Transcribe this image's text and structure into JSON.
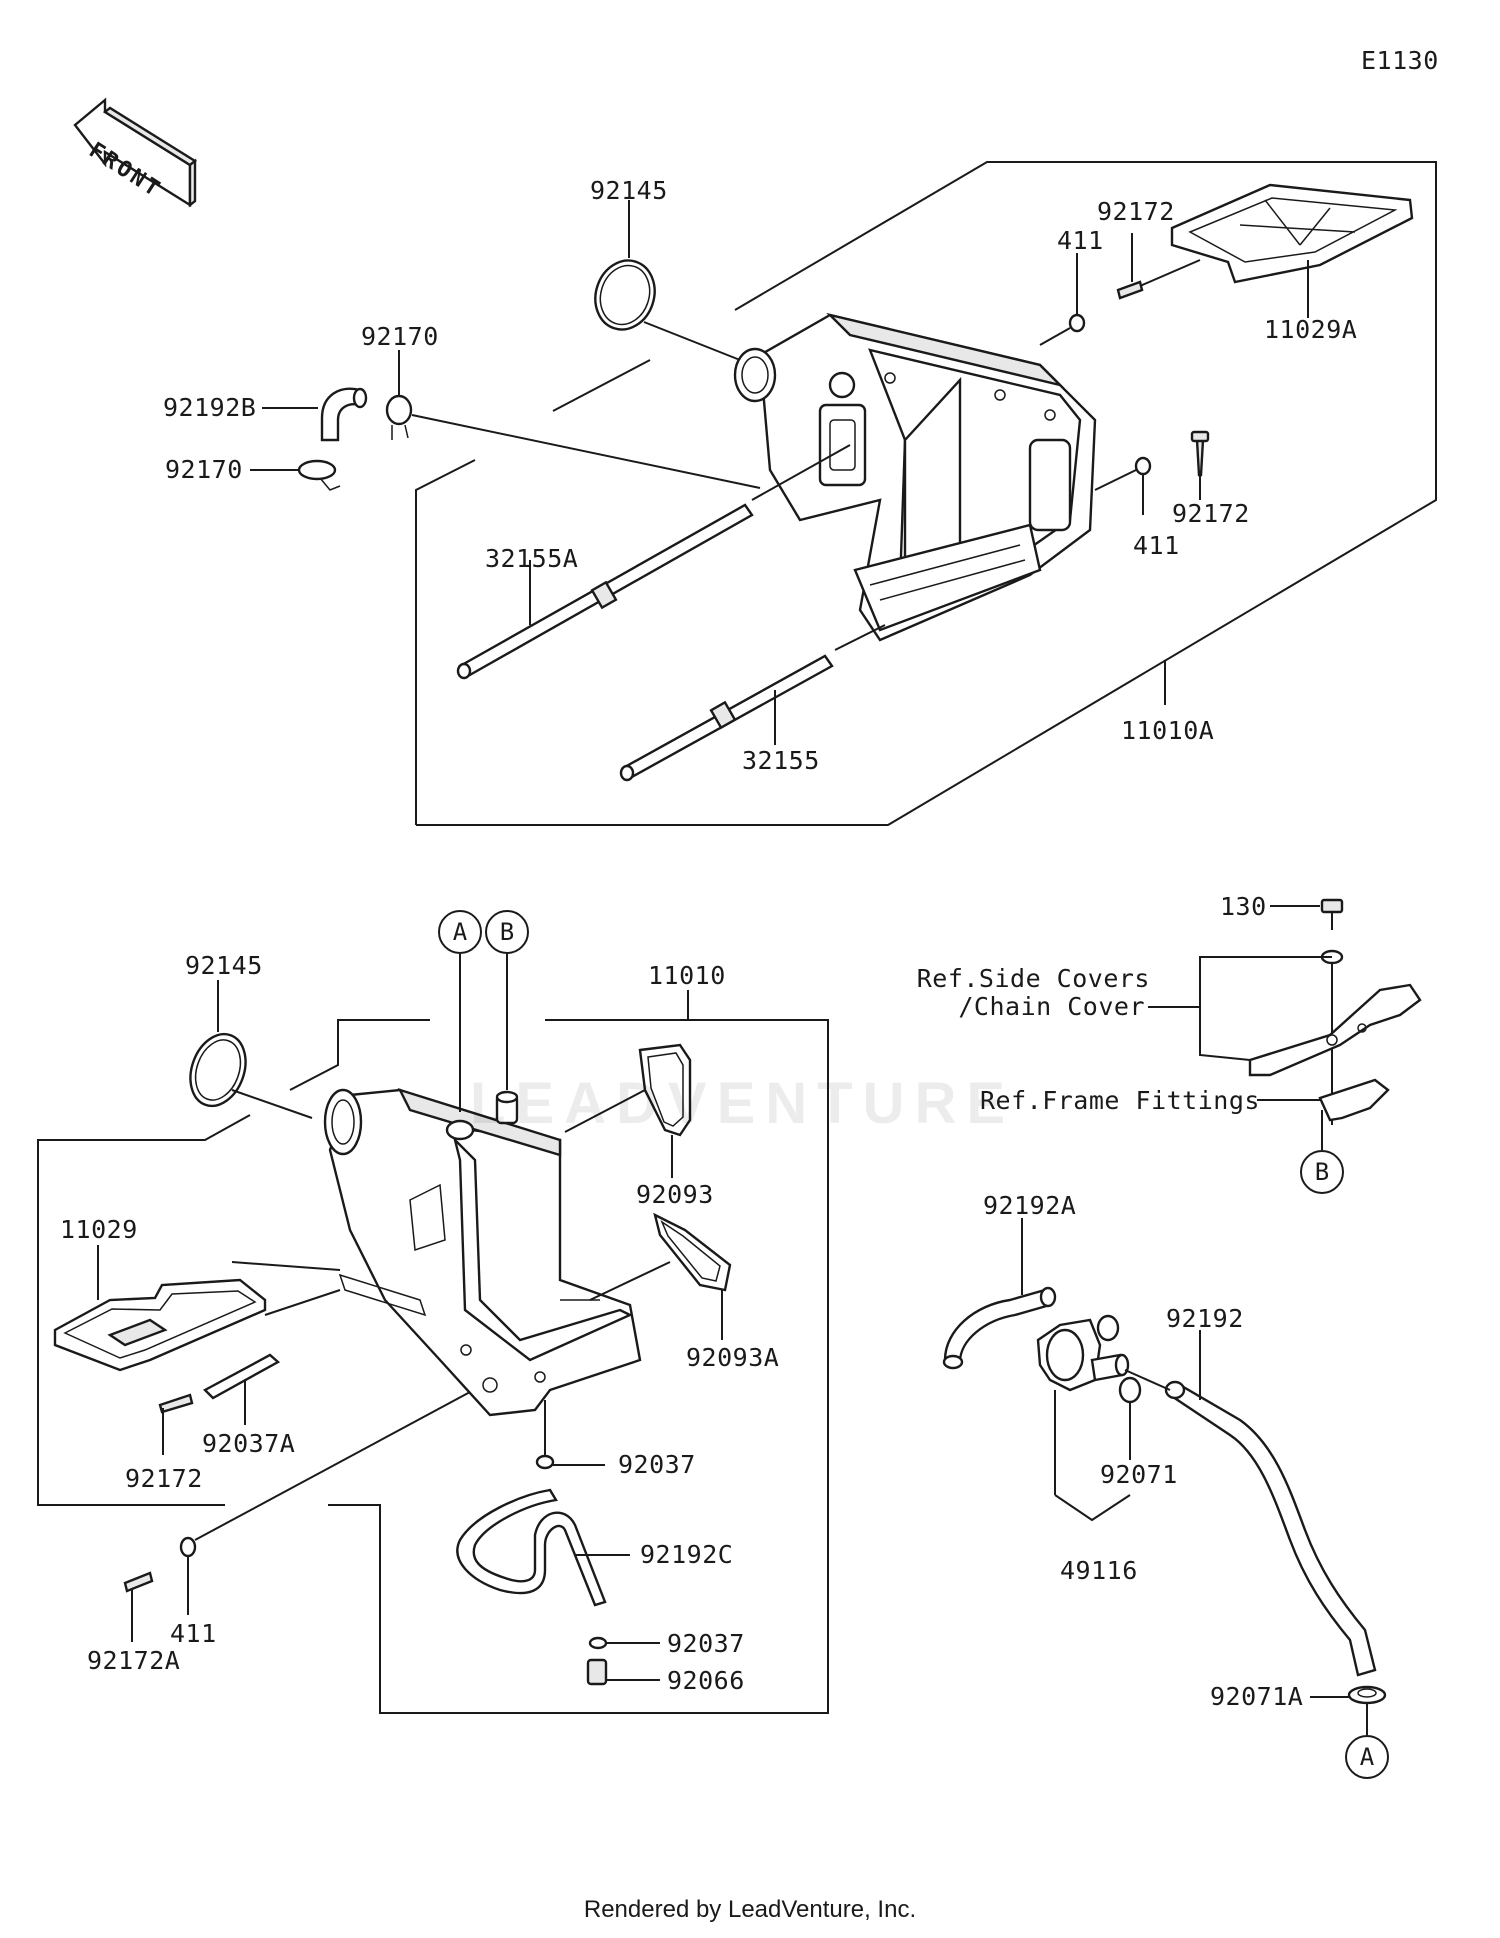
{
  "page": {
    "code": "E1130",
    "footer": "Rendered by LeadVenture, Inc.",
    "watermark": "LEADVENTURE",
    "front_label": "FRONT"
  },
  "upper_assembly": {
    "labels": {
      "p92145": "92145",
      "p92172_top": "92172",
      "p411_top": "411",
      "p11029A": "11029A",
      "p92170_top": "92170",
      "p92192B": "92192B",
      "p92170_bottom": "92170",
      "p32155A": "32155A",
      "p92172_right": "92172",
      "p411_right": "411",
      "p11010A": "11010A",
      "p32155": "32155"
    }
  },
  "lower_assembly": {
    "labels": {
      "p92145": "92145",
      "p11010": "11010",
      "p92093": "92093",
      "p11029": "11029",
      "p92093A": "92093A",
      "p92037A": "92037A",
      "p92172": "92172",
      "p92037_upper": "92037",
      "p92192C": "92192C",
      "p411": "411",
      "p92172A": "92172A",
      "p92037_lower": "92037",
      "p92066": "92066"
    },
    "callouts": {
      "a": "A",
      "b": "B"
    }
  },
  "side_cover_assembly": {
    "labels": {
      "p130": "130",
      "ref_side_covers": "Ref.Side Covers",
      "ref_chain_cover": "/Chain Cover",
      "ref_frame_fittings": "Ref.Frame Fittings"
    },
    "callouts": {
      "b": "B"
    }
  },
  "valve_assembly": {
    "labels": {
      "p92192A": "92192A",
      "p92192": "92192",
      "p92071": "92071",
      "p49116": "49116",
      "p92071A": "92071A"
    },
    "callouts": {
      "a": "A"
    }
  }
}
